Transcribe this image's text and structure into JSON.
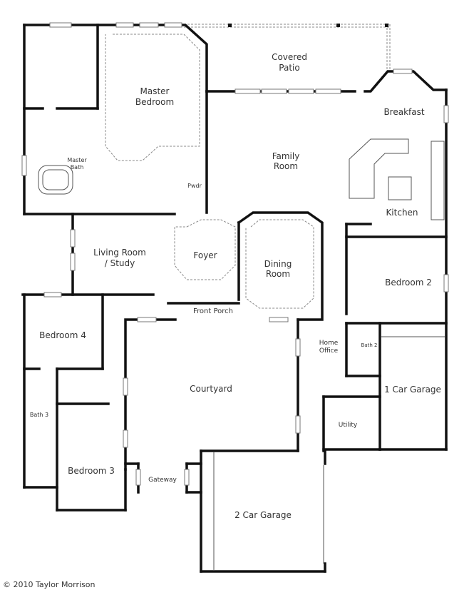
{
  "plan": {
    "rooms": [
      {
        "id": "covered-patio",
        "lines": [
          "Covered",
          "Patio"
        ]
      },
      {
        "id": "master-bedroom",
        "lines": [
          "Master",
          "Bedroom"
        ]
      },
      {
        "id": "master-bath",
        "lines": [
          "Master",
          "Bath"
        ]
      },
      {
        "id": "breakfast",
        "lines": [
          "Breakfast"
        ]
      },
      {
        "id": "family-room",
        "lines": [
          "Family",
          "Room"
        ]
      },
      {
        "id": "pwdr",
        "lines": [
          "Pwdr"
        ]
      },
      {
        "id": "kitchen",
        "lines": [
          "Kitchen"
        ]
      },
      {
        "id": "living-room",
        "lines": [
          "Living Room",
          "/ Study"
        ]
      },
      {
        "id": "foyer",
        "lines": [
          "Foyer"
        ]
      },
      {
        "id": "dining-room",
        "lines": [
          "Dining",
          "Room"
        ]
      },
      {
        "id": "bedroom-2",
        "lines": [
          "Bedroom 2"
        ]
      },
      {
        "id": "front-porch",
        "lines": [
          "Front Porch"
        ]
      },
      {
        "id": "bedroom-4",
        "lines": [
          "Bedroom 4"
        ]
      },
      {
        "id": "home-office",
        "lines": [
          "Home",
          "Office"
        ]
      },
      {
        "id": "bath-2",
        "lines": [
          "Bath 2"
        ]
      },
      {
        "id": "courtyard",
        "lines": [
          "Courtyard"
        ]
      },
      {
        "id": "one-car-garage",
        "lines": [
          "1 Car Garage"
        ]
      },
      {
        "id": "bath-3",
        "lines": [
          "Bath 3"
        ]
      },
      {
        "id": "utility",
        "lines": [
          "Utility"
        ]
      },
      {
        "id": "bedroom-3",
        "lines": [
          "Bedroom 3"
        ]
      },
      {
        "id": "gateway",
        "lines": [
          "Gateway"
        ]
      },
      {
        "id": "two-car-garage",
        "lines": [
          "2 Car Garage"
        ]
      }
    ]
  },
  "footer": {
    "copyright": "© 2010 Taylor Morrison"
  }
}
